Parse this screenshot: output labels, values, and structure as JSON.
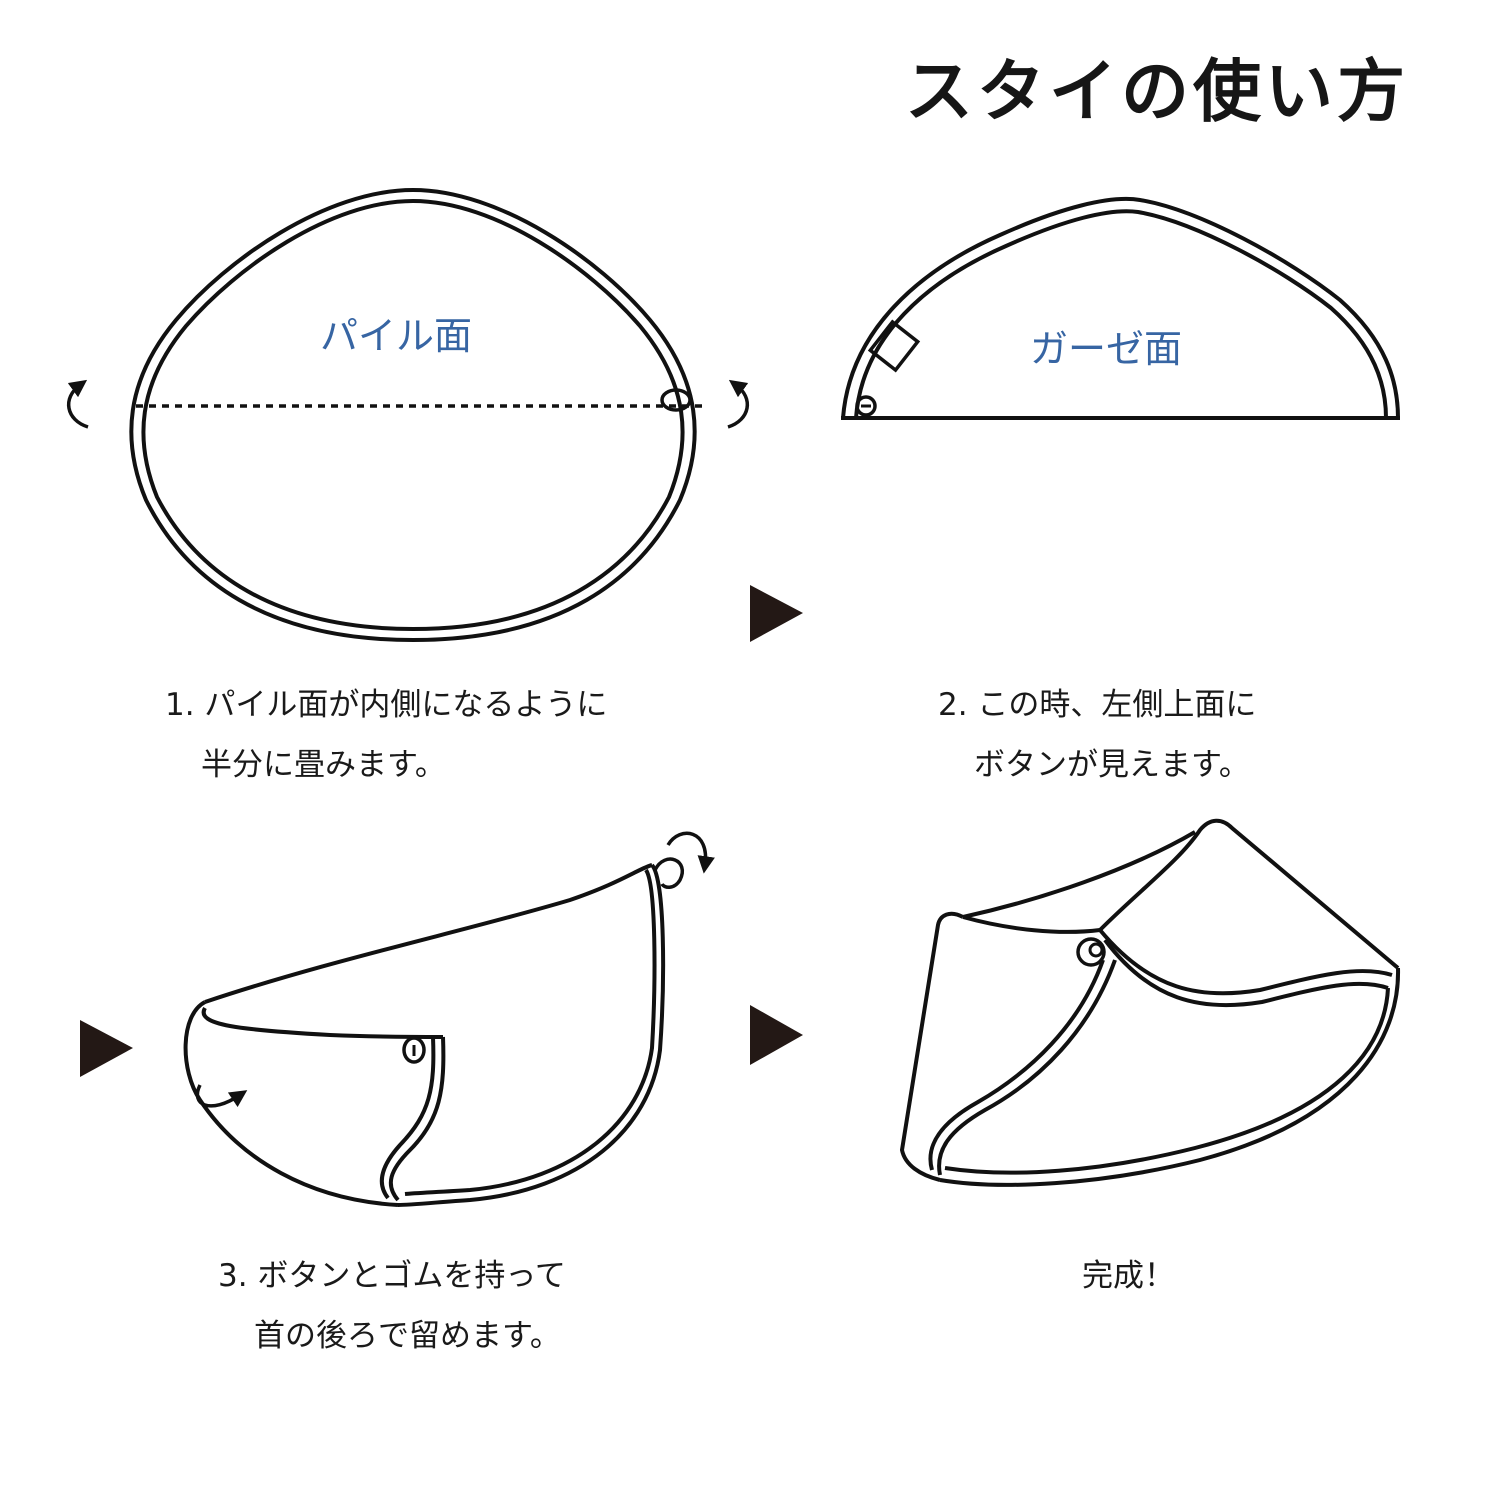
{
  "title": "スタイの使い方",
  "colors": {
    "line": "#111111",
    "label_blue": "#3765a3",
    "arrow_fill": "#231815",
    "background": "#ffffff"
  },
  "steps": [
    {
      "number": "1.",
      "diagram_label": "パイル面",
      "caption_line1": "1. パイル面が内側になるように",
      "caption_line2": "半分に畳みます。"
    },
    {
      "number": "2.",
      "diagram_label": "ガーゼ面",
      "caption_line1": "2. この時、左側上面に",
      "caption_line2": "ボタンが見えます。"
    },
    {
      "number": "3.",
      "caption_line1": "3. ボタンとゴムを持って",
      "caption_line2": "首の後ろで留めます。"
    },
    {
      "caption_line1": "完成！"
    }
  ],
  "icons": {
    "next_arrow": "black-right-triangle",
    "fold_arrow": "curved-arrow",
    "button": "snap-button",
    "elastic_loop": "elastic-loop"
  }
}
